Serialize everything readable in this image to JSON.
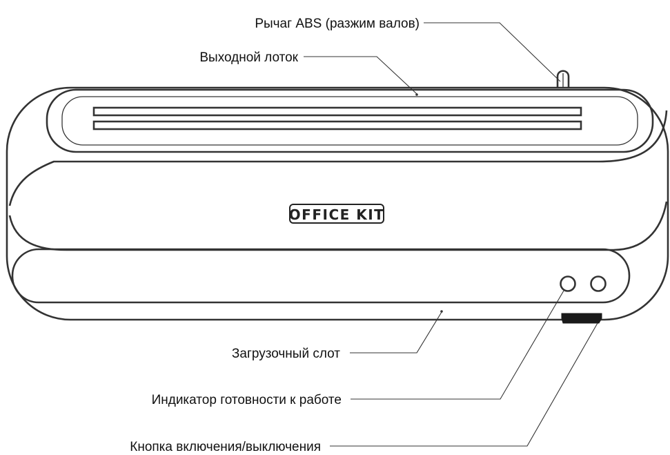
{
  "brand": {
    "logo": "OFFICE KIT"
  },
  "callouts": {
    "lever": "Рычаг ABS (разжим валов)",
    "output_tray": "Выходной лоток",
    "loading_slot": "Загрузочный слот",
    "ready_indicator": "Индикатор готовности к работе",
    "power_button": "Кнопка включения/выключения"
  },
  "colors": {
    "outline": "#333333",
    "text": "#111111",
    "background": "#ffffff"
  }
}
